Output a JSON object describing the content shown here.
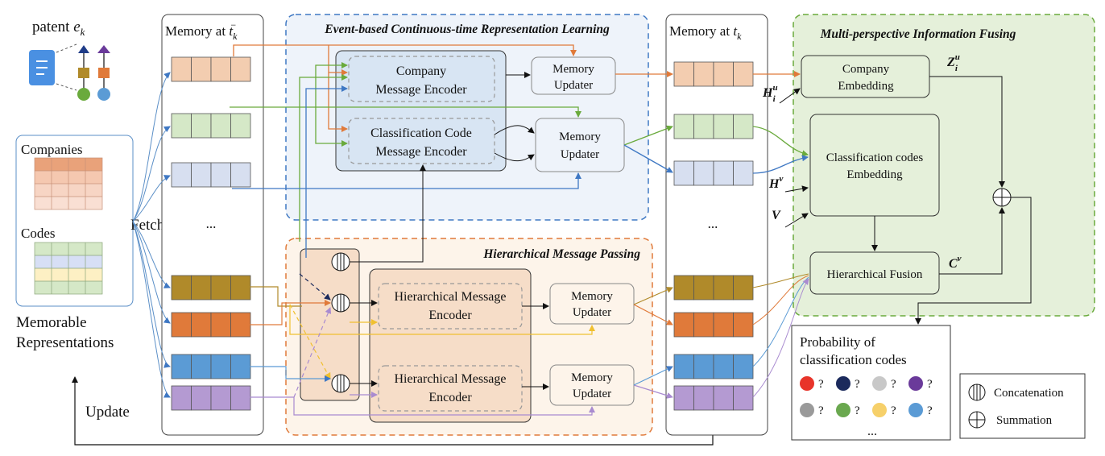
{
  "patent": {
    "label": "patent",
    "var": "e",
    "sub": "k"
  },
  "memorable": {
    "companies": "Companies",
    "codes": "Codes",
    "caption_line1": "Memorable",
    "caption_line2": "Representations"
  },
  "fetch": "Fetch",
  "update": "Update",
  "memory_prev": {
    "label": "Memory at",
    "var": "t",
    "sub": "k",
    "sup": "−"
  },
  "memory_curr": {
    "label": "Memory at",
    "var": "t",
    "sub": "k"
  },
  "ellipsis": "...",
  "event_block": {
    "title": "Event-based Continuous-time Representation Learning",
    "company_encoder": [
      "Company",
      "Message Encoder"
    ],
    "code_encoder": [
      "Classification Code",
      "Message Encoder"
    ],
    "memory_updater": [
      "Memory",
      "Updater"
    ]
  },
  "hier_block": {
    "title": "Hierarchical Message Passing",
    "encoder": [
      "Hierarchical Message",
      "Encoder"
    ],
    "memory_updater": [
      "Memory",
      "Updater"
    ]
  },
  "fusion_block": {
    "title": "Multi-perspective Information Fusing",
    "company_embedding": [
      "Company",
      "Embedding"
    ],
    "code_embedding": [
      "Classification codes",
      "Embedding"
    ],
    "hier_fusion": "Hierarchical Fusion",
    "sym_Hu": "H",
    "sym_Hu_sup": "u",
    "sym_Hu_sub": "i",
    "sym_Zu": "Z",
    "sym_Zu_sup": "u",
    "sym_Zu_sub": "i",
    "sym_Hv": "H",
    "sym_Hv_sup": "v",
    "sym_V": "V",
    "sym_Cv": "C",
    "sym_Cv_sup": "v"
  },
  "probability": {
    "title_line1": "Probability of",
    "title_line2": "classification codes",
    "q": "?",
    "dots": "...",
    "colors": [
      "#e8342a",
      "#1b2a5c",
      "#c8c8c8",
      "#6a3a9a",
      "#9a9a9a",
      "#6aa84f",
      "#f6d06a",
      "#5b9bd5"
    ]
  },
  "legend": {
    "concatenation": "Concatenation",
    "summation": "Summation"
  },
  "colors": {
    "peach": "#f3cdb0",
    "green": "#d5e8c7",
    "lavender": "#d7dff0",
    "olive": "#b08a2a",
    "orange": "#e07a3a",
    "blue": "#5b9bd5",
    "purple": "#b49ad2",
    "event_bg": "#eef3fa",
    "event_border": "#3f78c3",
    "hier_bg": "#fdf4ea",
    "hier_border": "#e07a3a",
    "fusion_bg": "#e5f0da",
    "fusion_border": "#6aaa3c"
  }
}
